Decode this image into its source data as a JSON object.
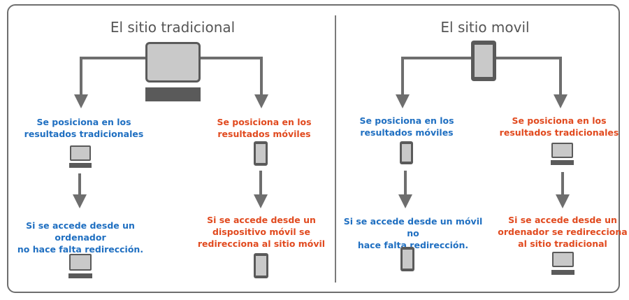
{
  "left": {
    "title": "El sitio tradicional",
    "branch_a": {
      "label": "Se posiciona en los resultados tradicionales",
      "label_lines": [
        "Se posiciona en los",
        "resultados tradicionales"
      ],
      "result_lines": [
        "Si se accede desde un ordenador",
        "no hace falta redirección."
      ]
    },
    "branch_b": {
      "label_lines": [
        "Se posiciona en los",
        "resultados móviles"
      ],
      "result_lines": [
        "Si se accede desde un",
        "dispositivo móvil se",
        "redirecciona al sitio móvil"
      ]
    }
  },
  "right": {
    "title": "El sitio movil",
    "branch_a": {
      "label_lines": [
        "Se posiciona en los",
        "resultados móviles"
      ],
      "result_lines": [
        "Si se accede desde un móvil no",
        "hace falta redirección."
      ]
    },
    "branch_b": {
      "label_lines": [
        "Se posiciona en los",
        "resultados tradicionales"
      ],
      "result_lines": [
        "Si se accede desde un",
        "ordenador se redirecciona",
        "al sitio tradicional"
      ]
    }
  },
  "colors": {
    "blue": "#1f6fc1",
    "red": "#e14a1f",
    "line": "#6e6e6e",
    "icon": "#5a5a5a",
    "icon_fill": "#c9c9c9"
  },
  "icons": [
    "monitor-icon",
    "phone-icon",
    "arrow-down-icon"
  ]
}
